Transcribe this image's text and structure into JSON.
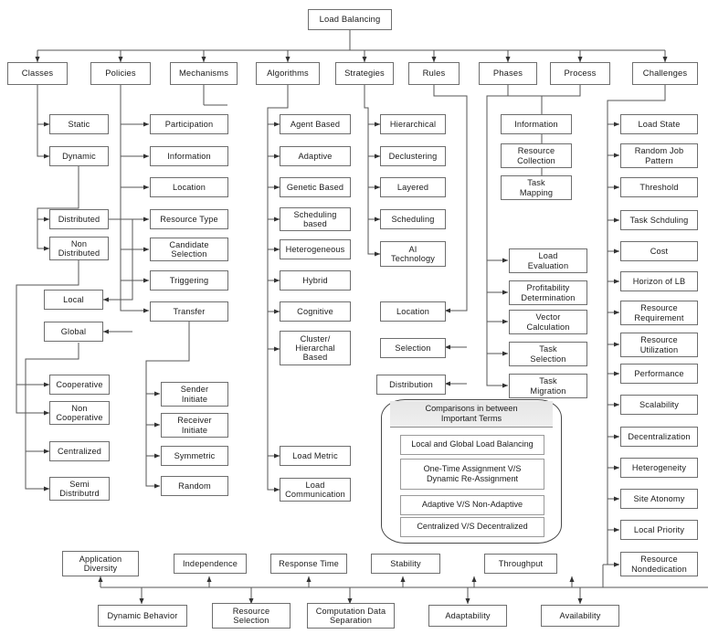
{
  "diagram": {
    "title": "Load Balancing",
    "root": {
      "label": "Load Balancing"
    },
    "level1": [
      {
        "label": "Classes"
      },
      {
        "label": "Policies"
      },
      {
        "label": "Mechanisms"
      },
      {
        "label": "Algorithms"
      },
      {
        "label": "Strategies"
      },
      {
        "label": "Rules"
      },
      {
        "label": "Phases"
      },
      {
        "label": "Process"
      },
      {
        "label": "Challenges"
      }
    ],
    "classes": [
      {
        "label": "Static"
      },
      {
        "label": "Dynamic"
      },
      {
        "label": "Distributed"
      },
      {
        "label": "Non\nDistributed"
      },
      {
        "label": "Local"
      },
      {
        "label": "Global"
      },
      {
        "label": "Cooperative"
      },
      {
        "label": "Non\nCooperative"
      },
      {
        "label": "Centralized"
      },
      {
        "label": "Semi\nDistributrd"
      }
    ],
    "policies": [
      {
        "label": "Participation"
      },
      {
        "label": "Information"
      },
      {
        "label": "Location"
      },
      {
        "label": "Resource Type"
      },
      {
        "label": "Candidate\nSelection"
      },
      {
        "label": "Triggering"
      },
      {
        "label": "Transfer"
      }
    ],
    "mechanisms": [
      {
        "label": "Sender\nInitiate"
      },
      {
        "label": "Receiver\nInitiate"
      },
      {
        "label": "Symmetric"
      },
      {
        "label": "Random"
      }
    ],
    "algorithms": [
      {
        "label": "Agent Based"
      },
      {
        "label": "Adaptive"
      },
      {
        "label": "Genetic Based"
      },
      {
        "label": "Scheduling\nbased"
      },
      {
        "label": "Heterogeneous"
      },
      {
        "label": "Hybrid"
      },
      {
        "label": "Cognitive"
      },
      {
        "label": "Cluster/\nHierarchal\nBased"
      },
      {
        "label": "Load Metric"
      },
      {
        "label": "Load\nCommunication"
      }
    ],
    "strategies": [
      {
        "label": "Hierarchical"
      },
      {
        "label": "Declustering"
      },
      {
        "label": "Layered"
      },
      {
        "label": "Scheduling"
      },
      {
        "label": "AI\nTechnology"
      }
    ],
    "rules": [
      {
        "label": "Location"
      },
      {
        "label": "Selection"
      },
      {
        "label": "Distribution"
      }
    ],
    "phases": [
      {
        "label": "Information"
      },
      {
        "label": "Resource\nCollection"
      },
      {
        "label": "Task\nMapping"
      }
    ],
    "process": [
      {
        "label": "Load\nEvaluation"
      },
      {
        "label": "Profitability\nDetermination"
      },
      {
        "label": "Vector\nCalculation"
      },
      {
        "label": "Task\nSelection"
      },
      {
        "label": "Task\nMigration"
      }
    ],
    "challenges": [
      {
        "label": "Load State"
      },
      {
        "label": "Random Job\nPattern"
      },
      {
        "label": "Threshold"
      },
      {
        "label": "Task Schduling"
      },
      {
        "label": "Cost"
      },
      {
        "label": "Horizon of LB"
      },
      {
        "label": "Resource\nRequirement"
      },
      {
        "label": "Resource\nUtilization"
      },
      {
        "label": "Performance"
      },
      {
        "label": "Scalability"
      },
      {
        "label": "Decentralization"
      },
      {
        "label": "Heterogeneity"
      },
      {
        "label": "Site Atonomy"
      },
      {
        "label": "Local Priority"
      },
      {
        "label": "Resource\nNondedication"
      }
    ],
    "bottom_upper": [
      {
        "label": "Application\nDiversity"
      },
      {
        "label": "Independence"
      },
      {
        "label": "Response Time"
      },
      {
        "label": "Stability"
      },
      {
        "label": "Throughput"
      }
    ],
    "bottom_lower": [
      {
        "label": "Dynamic Behavior"
      },
      {
        "label": "Resource\nSelection"
      },
      {
        "label": "Computation Data\nSeparation"
      },
      {
        "label": "Adaptability"
      },
      {
        "label": "Availability"
      }
    ],
    "comparison_box": {
      "header": "Comparisons in between\nImportant Terms",
      "items": [
        {
          "label": "Local and Global Load Balancing"
        },
        {
          "label": "One-Time Assignment V/S\nDynamic Re-Assignment"
        },
        {
          "label": "Adaptive V/S Non-Adaptive"
        },
        {
          "label": "Centralized V/S Decentralized"
        }
      ]
    },
    "colors": {
      "box_border": "#6e6e6e",
      "line": "#555555",
      "text": "#1b1b1b",
      "header_fill": "#e9e9e9"
    }
  }
}
